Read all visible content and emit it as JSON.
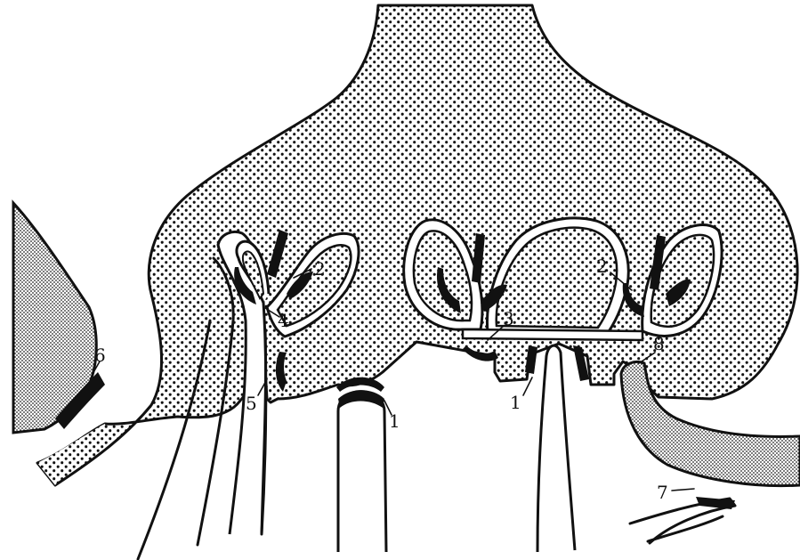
{
  "labels": {
    "l1_left": "1",
    "l1_right": "1",
    "l2_left": "2",
    "l2_right": "2",
    "l3": "3",
    "l4": "4",
    "l5": "5",
    "l6": "6",
    "l7": "7",
    "l8": "8"
  },
  "colors": {
    "ink": "#111111",
    "paper": "#ffffff",
    "dots": "#111111"
  }
}
